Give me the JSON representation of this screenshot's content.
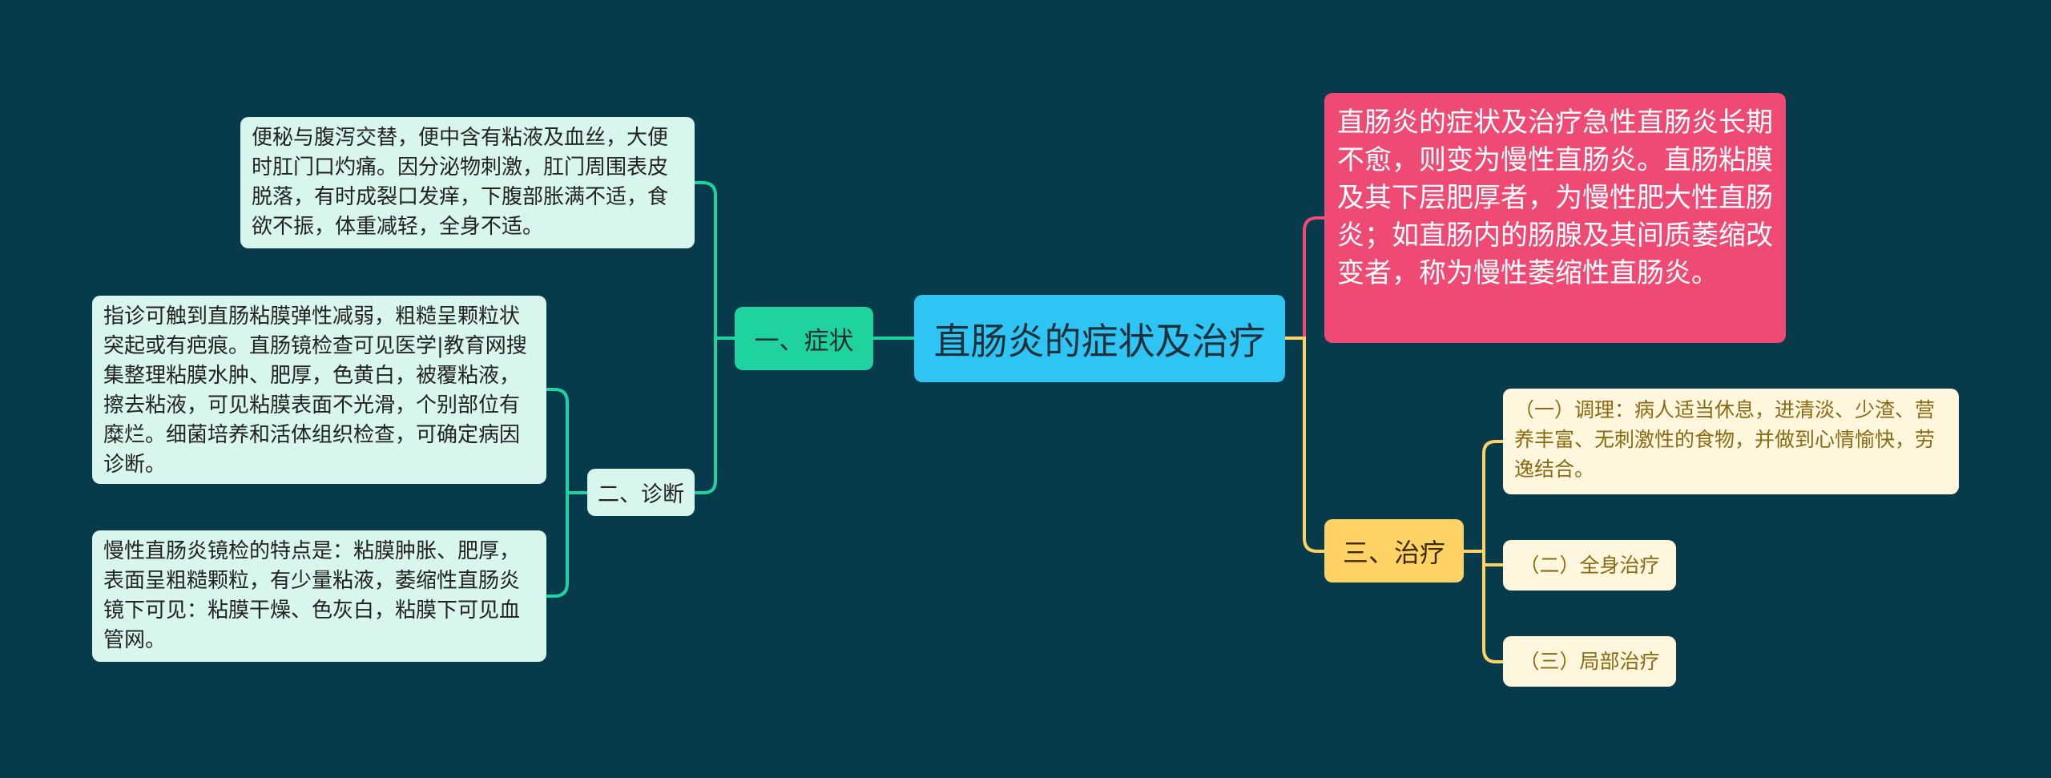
{
  "root": {
    "label": "直肠炎的症状及治疗"
  },
  "branches": {
    "symptoms": {
      "label": "一、症状",
      "details": [
        "便秘与腹泻交替，便中含有粘液及血丝，大便时肛门口灼痛。因分泌物刺激，肛门周围表皮脱落，有时成裂口发痒，下腹部胀满不适，食欲不振，体重减轻，全身不适。"
      ]
    },
    "diagnosis": {
      "label": "二、诊断",
      "details": [
        "指诊可触到直肠粘膜弹性减弱，粗糙呈颗粒状突起或有疤痕。直肠镜检查可见医学|教育网搜集整理粘膜水肿、肥厚，色黄白，被覆粘液，擦去粘液，可见粘膜表面不光滑，个别部位有糜烂。细菌培养和活体组织检查，可确定病因诊断。",
        "慢性直肠炎镜检的特点是：粘膜肿胀、肥厚，表面呈粗糙颗粒，有少量粘液，萎缩性直肠炎镜下可见：粘膜干燥、色灰白，粘膜下可见血管网。"
      ]
    },
    "overview": {
      "text": "直肠炎的症状及治疗急性直肠炎长期不愈，则变为慢性直肠炎。直肠粘膜及其下层肥厚者，为慢性肥大性直肠炎；如直肠内的肠腺及其间质萎缩改变者，称为慢性萎缩性直肠炎。"
    },
    "treatment": {
      "label": "三、治疗",
      "items": [
        "（一）调理：病人适当休息，进清淡、少渣、营养丰富、无刺激性的食物，并做到心情愉快，劳逸结合。",
        "（二）全身治疗",
        "（三）局部治疗"
      ]
    }
  },
  "colors": {
    "background": "#073a4b",
    "root": "#2ec5f5",
    "symptoms": "#1fd3a0",
    "diagnosis_leaf": "#d8f6ee",
    "overview": "#ef4a74",
    "treatment": "#ffd266",
    "treatment_leaf": "#fff6de",
    "link_green": "#1fd3a0",
    "link_pink": "#ef4a74",
    "link_yellow": "#ffd266"
  }
}
